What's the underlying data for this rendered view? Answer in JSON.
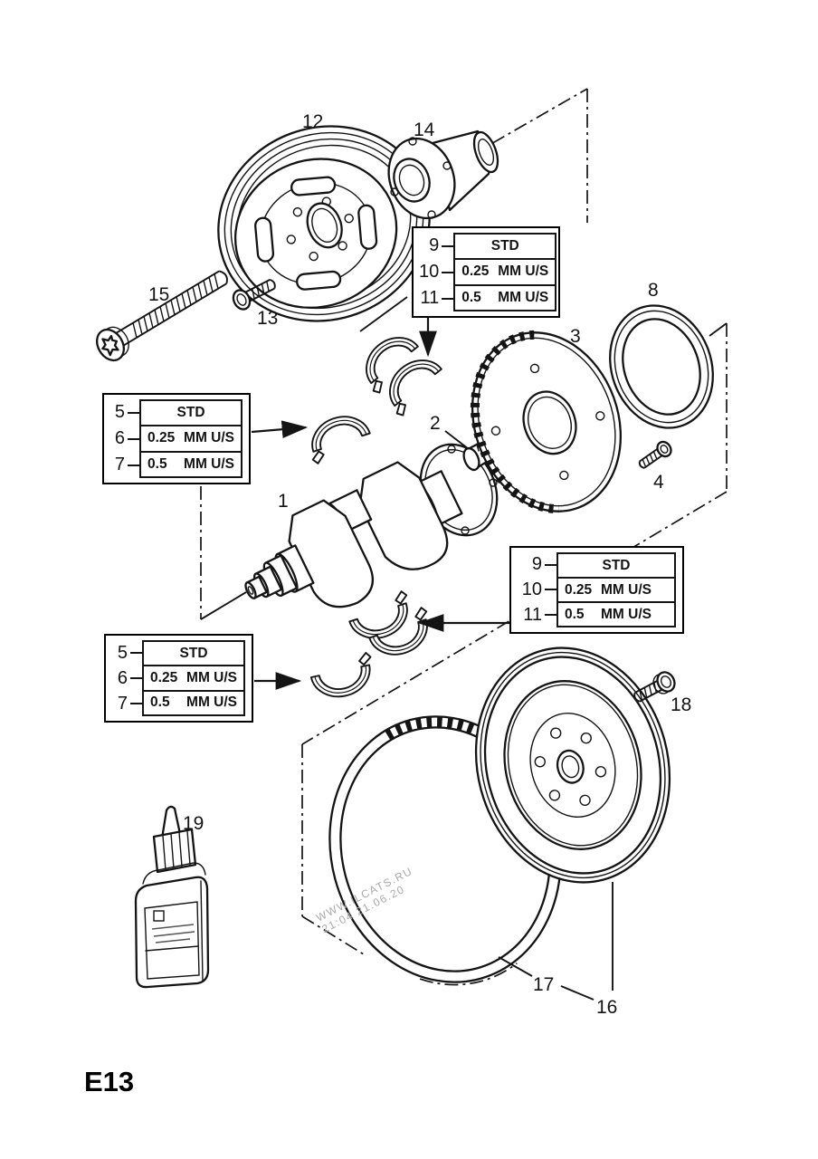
{
  "page": {
    "code": "E13",
    "watermark_line1": "WWW.ILCATS.RU",
    "watermark_line2": "21:04 21.06.20"
  },
  "colors": {
    "line": "#141414",
    "paper": "#ffffff",
    "watermark": "#a9a9a9"
  },
  "tables": {
    "rows": [
      {
        "value": "STD",
        "unit": ""
      },
      {
        "value": "0.25",
        "unit": "MM U/S"
      },
      {
        "value": "0.5",
        "unit": "MM U/S"
      }
    ],
    "top_right_nums": [
      "9",
      "10",
      "11"
    ],
    "mid_left_nums": [
      "5",
      "6",
      "7"
    ],
    "bottom_left_nums": [
      "5",
      "6",
      "7"
    ],
    "bottom_right_nums": [
      "9",
      "10",
      "11"
    ]
  },
  "callouts": {
    "c1": "1",
    "c2": "2",
    "c3": "3",
    "c4": "4",
    "c8": "8",
    "c12": "12",
    "c13": "13",
    "c14": "14",
    "c15": "15",
    "c16": "16",
    "c17": "17",
    "c18": "18",
    "c19": "19"
  }
}
